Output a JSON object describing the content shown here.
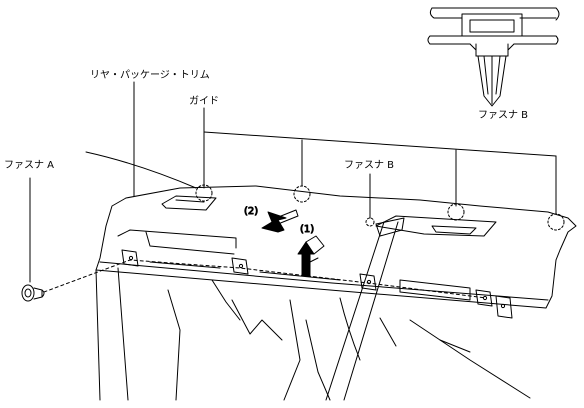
{
  "labels": {
    "rear_package_trim": "リヤ・パッケージ・トリム",
    "guide": "ガイド",
    "fastener_a": "ファスナ A",
    "fastener_b_center": "ファスナ B",
    "fastener_b_detail": "ファスナ B"
  },
  "steps": {
    "step_1": "(1)",
    "step_2": "(2)"
  },
  "colors": {
    "line": "#000000",
    "background": "#ffffff"
  }
}
